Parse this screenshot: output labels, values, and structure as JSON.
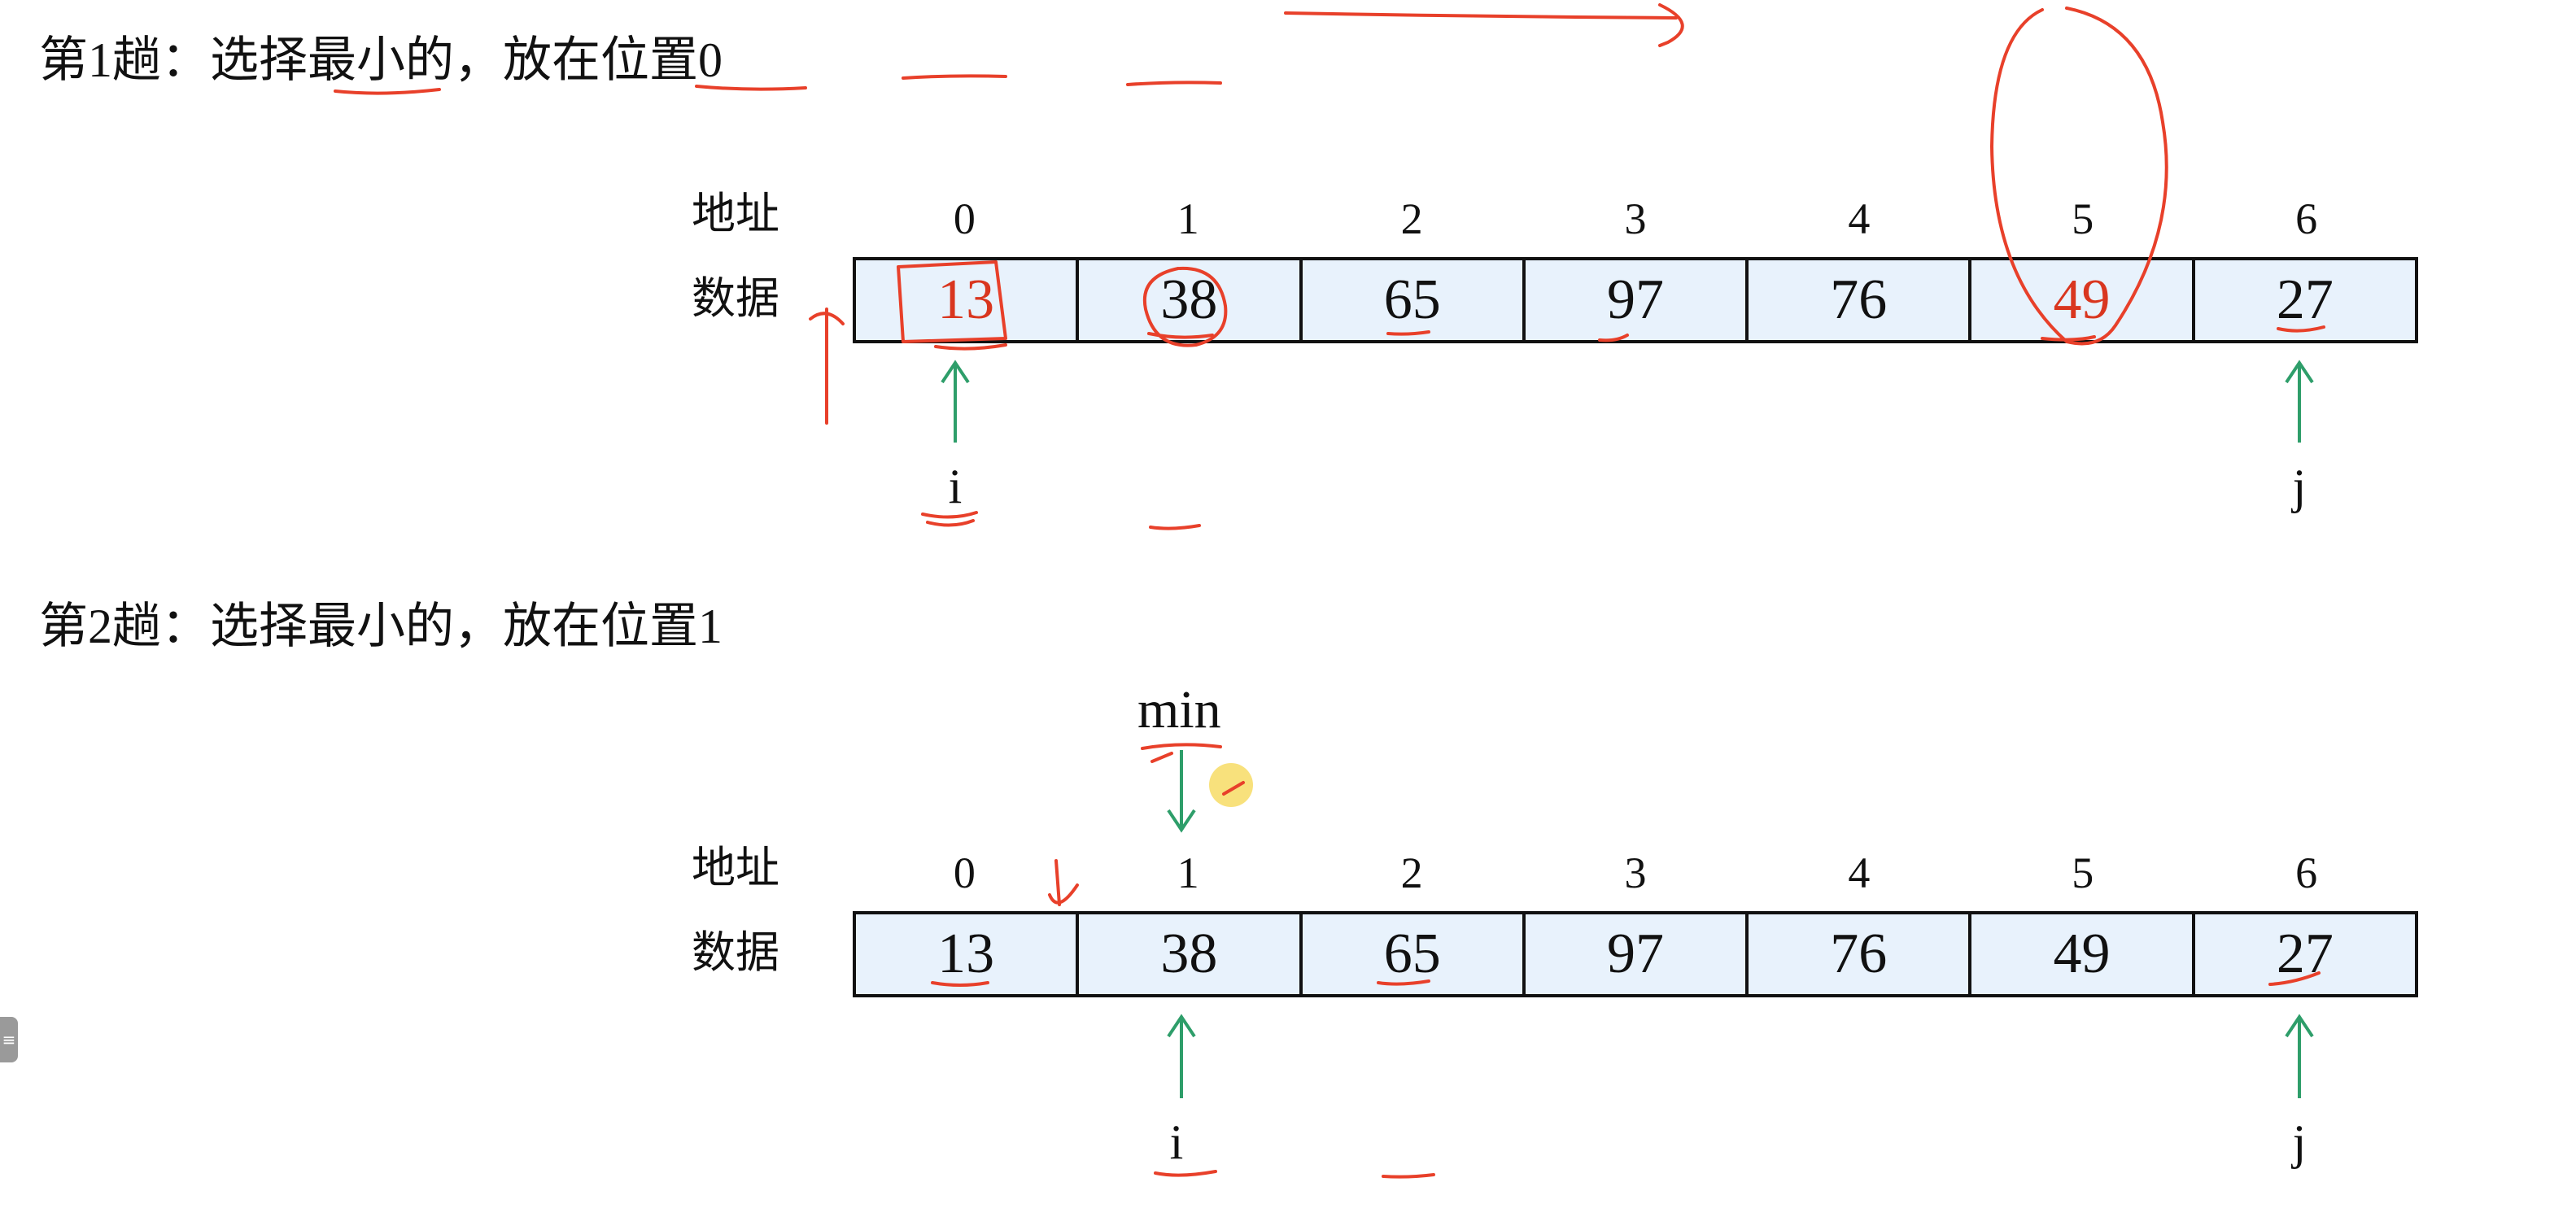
{
  "pass1": {
    "title": "第1趟：选择最小的，放在位置0",
    "addr_label": "地址",
    "data_label": "数据",
    "addresses": [
      "0",
      "1",
      "2",
      "3",
      "4",
      "5",
      "6"
    ],
    "values": [
      "13",
      "38",
      "65",
      "97",
      "76",
      "49",
      "27"
    ],
    "pointer_i": "i",
    "pointer_j": "j"
  },
  "pass2": {
    "title": "第2趟：选择最小的，放在位置1",
    "min_label": "min",
    "addr_label": "地址",
    "data_label": "数据",
    "addresses": [
      "0",
      "1",
      "2",
      "3",
      "4",
      "5",
      "6"
    ],
    "values": [
      "13",
      "38",
      "65",
      "97",
      "76",
      "49",
      "27"
    ],
    "pointer_i": "i",
    "pointer_j": "j"
  },
  "colors": {
    "annotation_red": "#e8402a",
    "pointer_green": "#2e9e6a",
    "cell_fill": "#e8f2fc",
    "highlight_value_red": "#d9361f"
  },
  "side_tab_icon": "menu-lines-icon"
}
